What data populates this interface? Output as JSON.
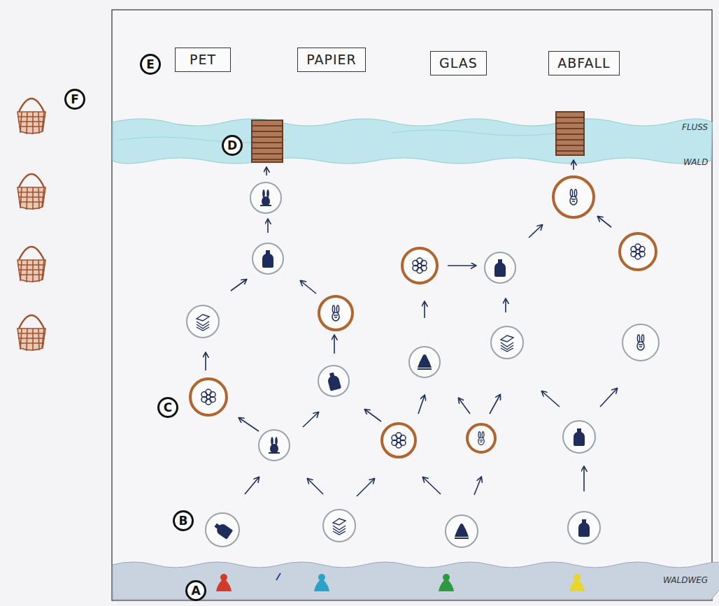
{
  "diagram": {
    "nodes": [
      {
        "text": [
          "PET"
        ]
      },
      {
        "text": [
          "PAPIER"
        ]
      },
      {
        "text": [
          "GLAS"
        ]
      },
      {
        "text": [
          "ABFALL"
        ]
      }
    ],
    "labels": [
      "E",
      "F",
      "FLUSS",
      "D",
      "WALD",
      "C",
      "B",
      "A",
      "WALDWEG"
    ]
  }
}
